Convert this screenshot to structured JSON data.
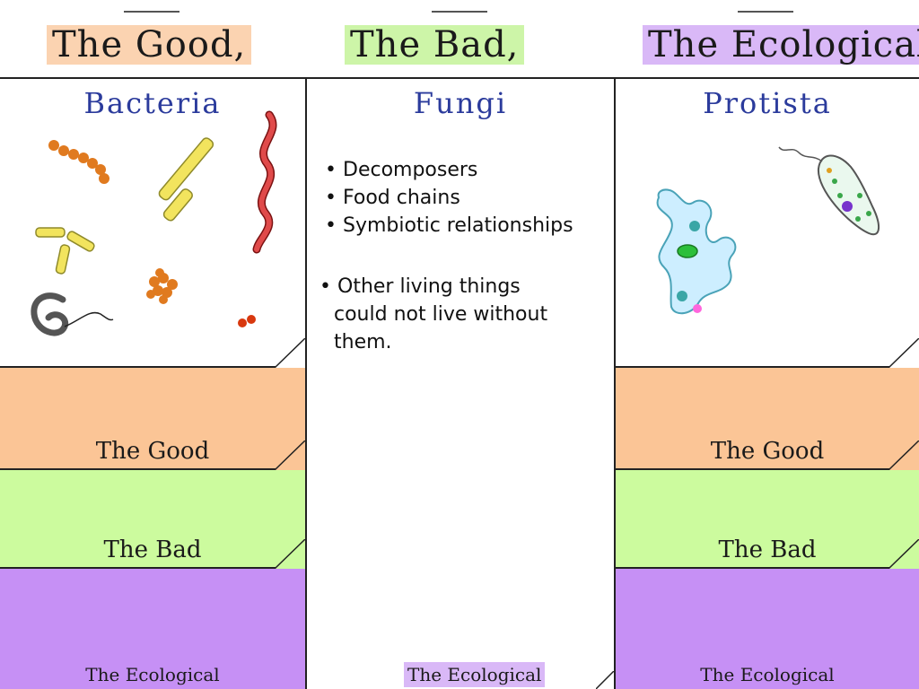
{
  "header": {
    "title_good": "The Good,",
    "title_bad": "The Bad,",
    "title_eco": "The Ecological"
  },
  "columns": {
    "left": {
      "heading": "Bacteria",
      "tabs": [
        "The Good",
        "The Bad",
        "The Ecological"
      ]
    },
    "middle": {
      "heading": "Fungi",
      "bullets": [
        "Decomposers",
        "Food chains",
        "Symbiotic relationships"
      ],
      "extra_line1": "Other living things",
      "extra_line2": "could not live without",
      "extra_line3": "them.",
      "bottom_label": "The Ecological"
    },
    "right": {
      "heading": "Protista",
      "tabs": [
        "The Good",
        "The Bad",
        "The Ecological"
      ]
    }
  },
  "colors": {
    "good": "#fbc596",
    "bad": "#ccfb9e",
    "ecological": "#c690f5",
    "heading_blue": "#2b3b9c"
  },
  "icons": {
    "left": [
      "cocci-chain-icon",
      "bacilli-chain-icon",
      "spirochete-icon",
      "rod-bacteria-icon",
      "coccus-cluster-icon",
      "flagellated-bacterium-icon",
      "diplococcus-icon"
    ],
    "right": [
      "amoeba-icon",
      "euglena-icon"
    ]
  }
}
